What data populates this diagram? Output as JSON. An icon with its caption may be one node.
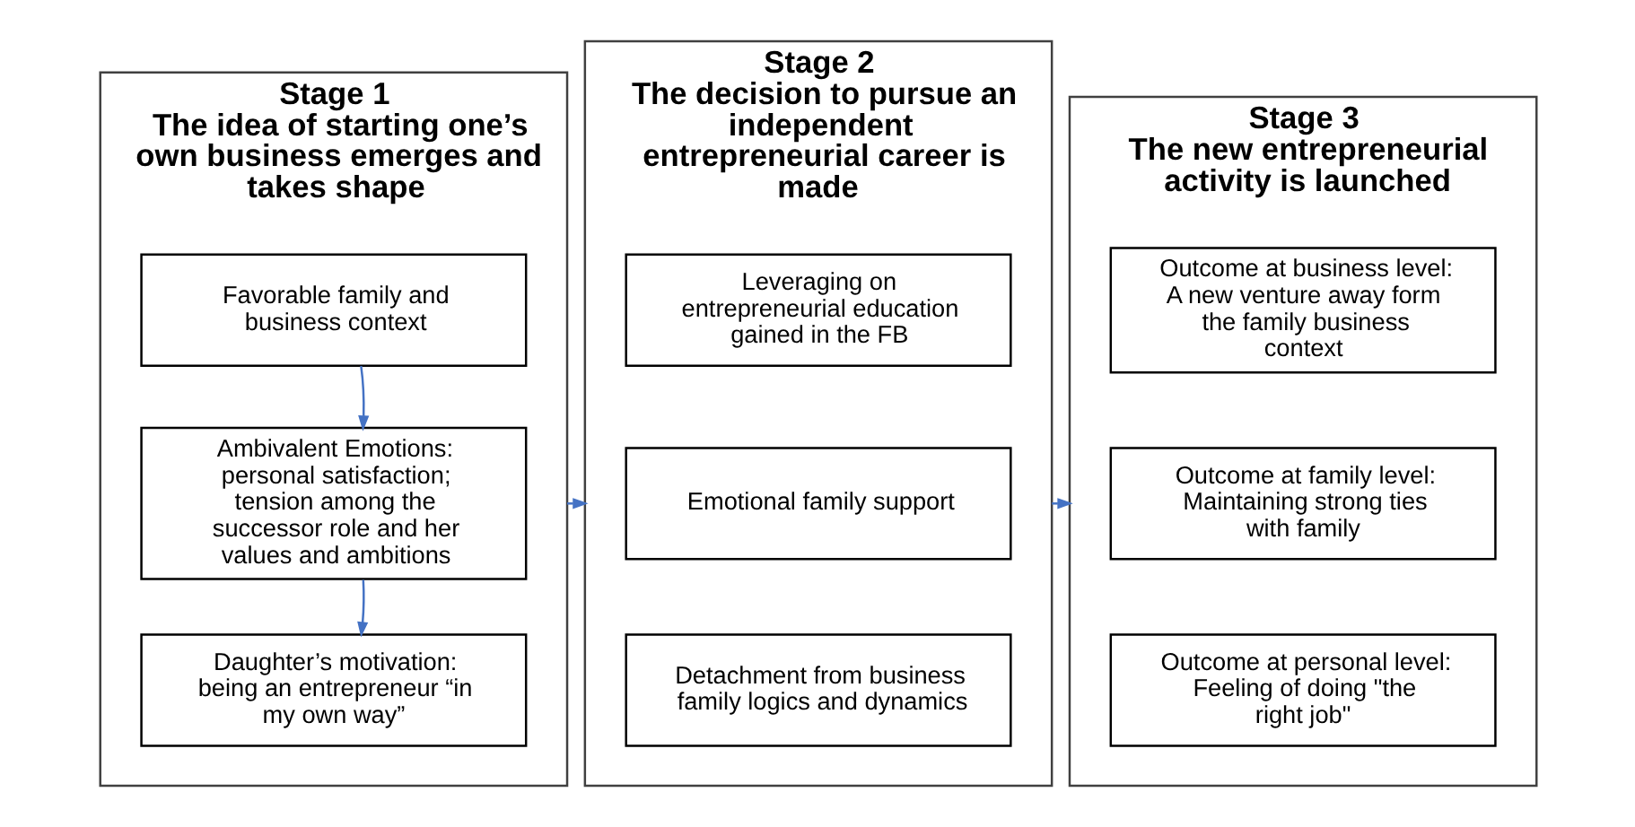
{
  "diagram": {
    "nodes": [
      {
        "text": [
          "Stage 1",
          "The idea of starting one’s own business emerges and takes shape"
        ]
      },
      {
        "text": [
          "Favorable family and business context"
        ],
        "in": 0
      },
      {
        "text": [
          "Ambivalent Emotions: personal satisfaction; tension among the successor role and her values and ambitions"
        ],
        "in": 0
      },
      {
        "text": [
          "Daughter’s motivation: being an entrepreneur “in my own way”"
        ],
        "in": 0
      },
      {
        "text": [
          "Stage 2",
          "The decision to pursue an independent entrepreneurial career is made"
        ]
      },
      {
        "text": [
          "Leveraging on entrepreneurial education gained in the FB"
        ],
        "in": 4
      },
      {
        "text": [
          "Emotional family support"
        ],
        "in": 4
      },
      {
        "text": [
          "Detachment from business family logics and dynamics"
        ],
        "in": 4
      },
      {
        "text": [
          "Stage 3",
          "The new entrepreneurial activity is launched"
        ]
      },
      {
        "text": [
          "Outcome at business level: A new venture away form the family business context"
        ],
        "in": 8
      },
      {
        "text": [
          "Outcome at family level: Maintaining strong ties with family"
        ],
        "in": 8
      },
      {
        "text": [
          "Outcome at personal level: Feeling of doing \"the right job\""
        ],
        "in": 8
      }
    ],
    "edges": [
      {
        "from": 1,
        "to": 2,
        "arrow": "to"
      },
      {
        "from": 2,
        "to": 3,
        "arrow": "to"
      },
      {
        "from": 0,
        "to": 4,
        "arrow": "to"
      },
      {
        "from": 4,
        "to": 8,
        "arrow": "to"
      }
    ]
  }
}
